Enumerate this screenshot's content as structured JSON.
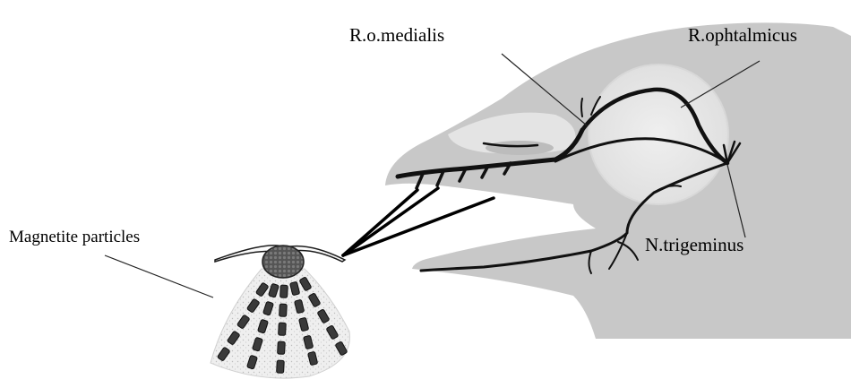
{
  "diagram": {
    "labels": {
      "r_o_medialis": "R.o.medialis",
      "r_ophtalmicus": "R.ophtalmicus",
      "n_trigeminus": "N.trigeminus",
      "magnetite": "Magnetite particles"
    },
    "colors": {
      "head_fill": "#c8c8c8",
      "eye_fill": "#e6e6e6",
      "nerve": "#111111",
      "particle": "#3a3a3a",
      "tissue": "#ededed"
    }
  }
}
